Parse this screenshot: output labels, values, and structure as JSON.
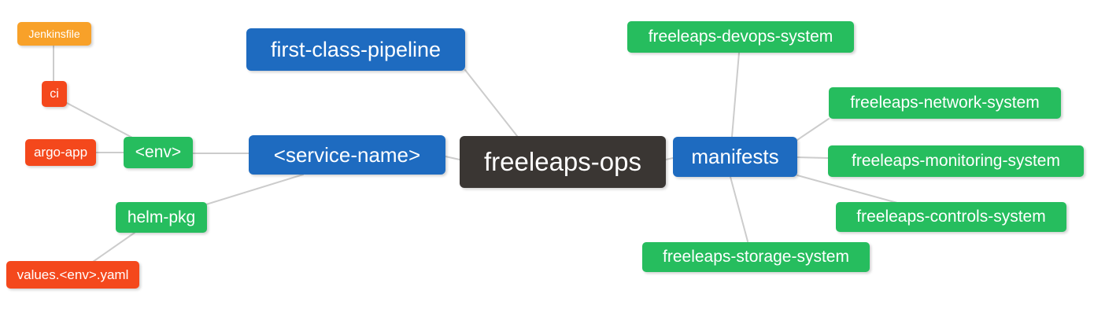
{
  "diagram": {
    "type": "mindmap",
    "root": "freeleaps-ops"
  },
  "colors": {
    "root_bg": "#3a3633",
    "branch_blue": "#1e6bc0",
    "leaf_green": "#26bd5e",
    "leaf_red": "#f4481c",
    "leaf_orange": "#f8a129",
    "edge": "#cccccc",
    "text": "#ffffff"
  },
  "nodes": {
    "root": {
      "label": "freeleaps-ops"
    },
    "pipeline": {
      "label": "first-class-pipeline"
    },
    "service": {
      "label": "<service-name>"
    },
    "manifests": {
      "label": "manifests"
    },
    "env": {
      "label": "<env>"
    },
    "helm": {
      "label": "helm-pkg"
    },
    "ci": {
      "label": "ci"
    },
    "argo": {
      "label": "argo-app"
    },
    "jenkinsfile": {
      "label": "Jenkinsfile"
    },
    "values": {
      "label": "values.<env>.yaml"
    },
    "devops": {
      "label": "freeleaps-devops-system"
    },
    "network": {
      "label": "freeleaps-network-system"
    },
    "monitoring": {
      "label": "freeleaps-monitoring-system"
    },
    "controls": {
      "label": "freeleaps-controls-system"
    },
    "storage": {
      "label": "freeleaps-storage-system"
    }
  },
  "edges": [
    {
      "from": "Jenkinsfile",
      "to": "ci"
    },
    {
      "from": "ci",
      "to": "<env>"
    },
    {
      "from": "argo-app",
      "to": "<env>"
    },
    {
      "from": "<env>",
      "to": "<service-name>"
    },
    {
      "from": "helm-pkg",
      "to": "<service-name>"
    },
    {
      "from": "values.<env>.yaml",
      "to": "helm-pkg"
    },
    {
      "from": "<service-name>",
      "to": "freeleaps-ops"
    },
    {
      "from": "first-class-pipeline",
      "to": "freeleaps-ops"
    },
    {
      "from": "manifests",
      "to": "freeleaps-ops"
    },
    {
      "from": "freeleaps-devops-system",
      "to": "manifests"
    },
    {
      "from": "freeleaps-network-system",
      "to": "manifests"
    },
    {
      "from": "freeleaps-monitoring-system",
      "to": "manifests"
    },
    {
      "from": "freeleaps-controls-system",
      "to": "manifests"
    },
    {
      "from": "freeleaps-storage-system",
      "to": "manifests"
    }
  ]
}
